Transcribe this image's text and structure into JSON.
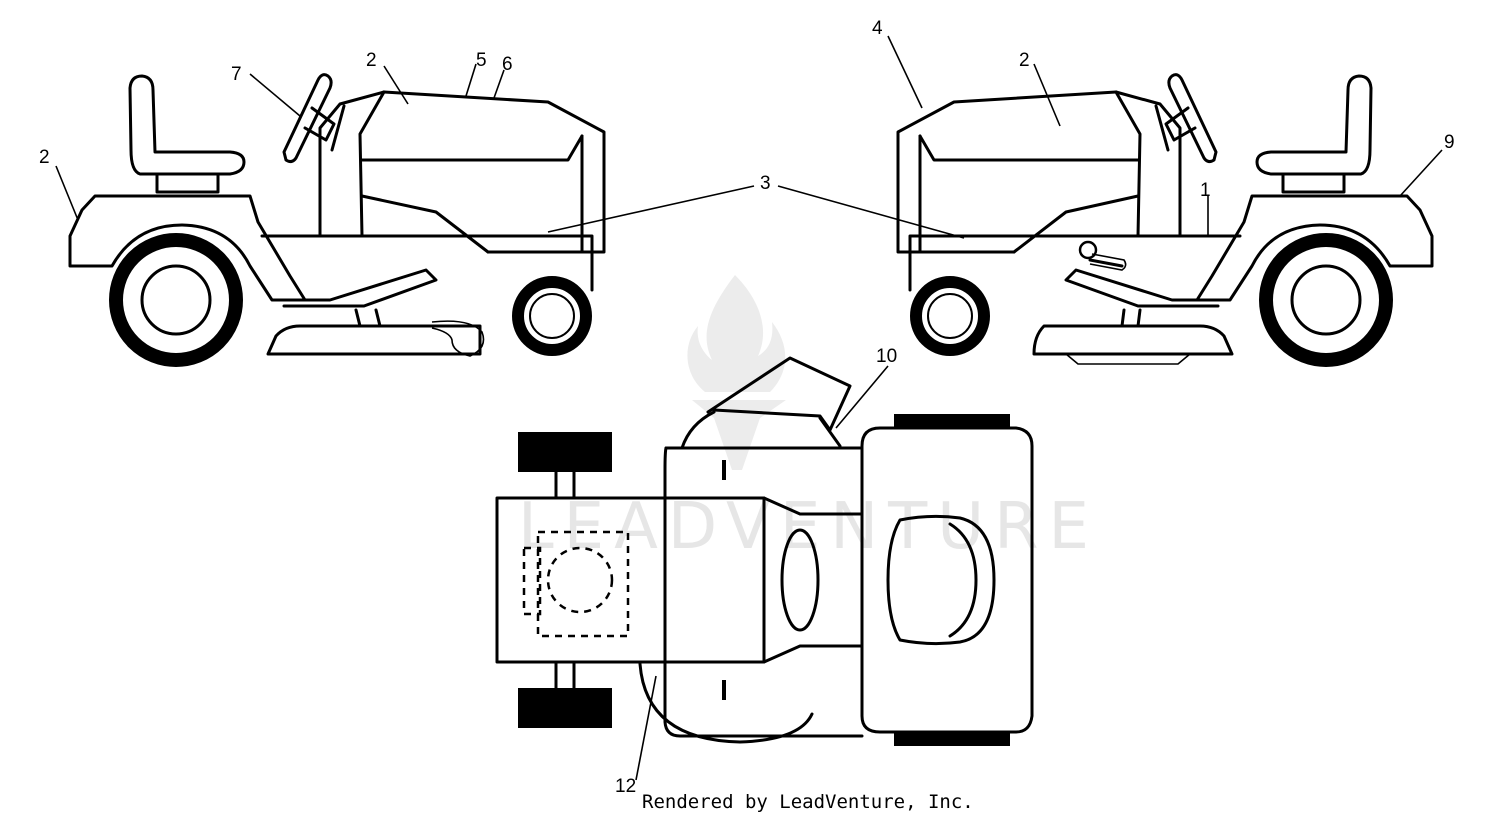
{
  "watermark": {
    "text": "LEADVENTURE",
    "logo_icon": "flame-logo-icon",
    "color": "#e6e6e6"
  },
  "callouts": {
    "c1": "1",
    "c2a": "2",
    "c2b": "2",
    "c2c": "2",
    "c3": "3",
    "c4": "4",
    "c5": "5",
    "c6": "6",
    "c7": "7",
    "c9": "9",
    "c10": "10",
    "c12": "12"
  },
  "credit": "Rendered by LeadVenture, Inc.",
  "colors": {
    "line": "#000000",
    "background": "#ffffff"
  }
}
